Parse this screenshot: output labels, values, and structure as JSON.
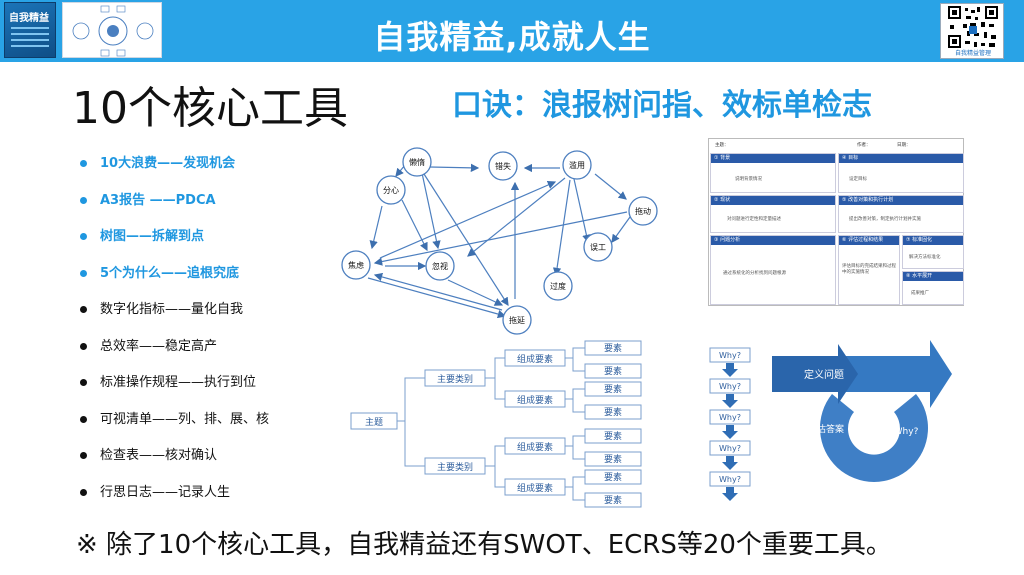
{
  "header": {
    "title": "自我精益,成就人生",
    "book_title": "自我精益",
    "qr_caption": "自我精益管理"
  },
  "main_title": "10个核心工具",
  "mnemonic": "口诀：浪报树问指、效标单检志",
  "tools": [
    {
      "label": "10大浪费——发现机会",
      "highlight": true
    },
    {
      "label": "A3报告 ——PDCA",
      "highlight": true
    },
    {
      "label": "树图——拆解到点",
      "highlight": true
    },
    {
      "label": "5个为什么——追根究底",
      "highlight": true
    },
    {
      "label": "数字化指标——量化自我",
      "highlight": false
    },
    {
      "label": "总效率——稳定高产",
      "highlight": false
    },
    {
      "label": "标准操作规程——执行到位",
      "highlight": false
    },
    {
      "label": "可视清单——列、排、展、核",
      "highlight": false
    },
    {
      "label": "检查表——核对确认",
      "highlight": false
    },
    {
      "label": "行思日志——记录人生",
      "highlight": false
    }
  ],
  "footer_note": "※  除了10个核心工具，自我精益还有SWOT、ECRS等20个重要工具。",
  "waste_diagram": {
    "nodes": [
      "懒惰",
      "错失",
      "滥用",
      "分心",
      "拖动",
      "误工",
      "焦虑",
      "忽视",
      "过度",
      "拖延"
    ]
  },
  "tree_diagram": {
    "root": "主题",
    "category": "主要类别",
    "component": "组成要素",
    "element": "要素"
  },
  "a3_report": {
    "header_fields": [
      "主题：",
      "作者：",
      "日期："
    ],
    "sections": [
      {
        "title": "① 背景",
        "text": "说明背景情况"
      },
      {
        "title": "④ 目标",
        "text": "设定目标"
      },
      {
        "title": "② 现状",
        "text": "对问题进行定性和定量描述"
      },
      {
        "title": "⑤ 改善对策和执行计划",
        "text": "提出改善对策，制定执行计划并实施"
      },
      {
        "title": "③ 问题分析",
        "text": "通过系统化的分析找到问题根源"
      },
      {
        "title": "⑥ 评估过程和结果",
        "text": "评估目标的完成结果和过程中的实施情况"
      },
      {
        "title": "⑦ 标准固化",
        "text": "解决方法标准化"
      },
      {
        "title": "⑧ 水平展开",
        "text": "成果推广"
      }
    ]
  },
  "five_why": {
    "label": "Why?",
    "define_problem": "定义问题",
    "evaluate": "评估答案",
    "cycle_why": "Why?"
  },
  "colors": {
    "header_bg": "#29a3e6",
    "accent": "#1f97e0",
    "diagram_blue": "#2f6db5",
    "a3_bar": "#2a5aa8"
  }
}
